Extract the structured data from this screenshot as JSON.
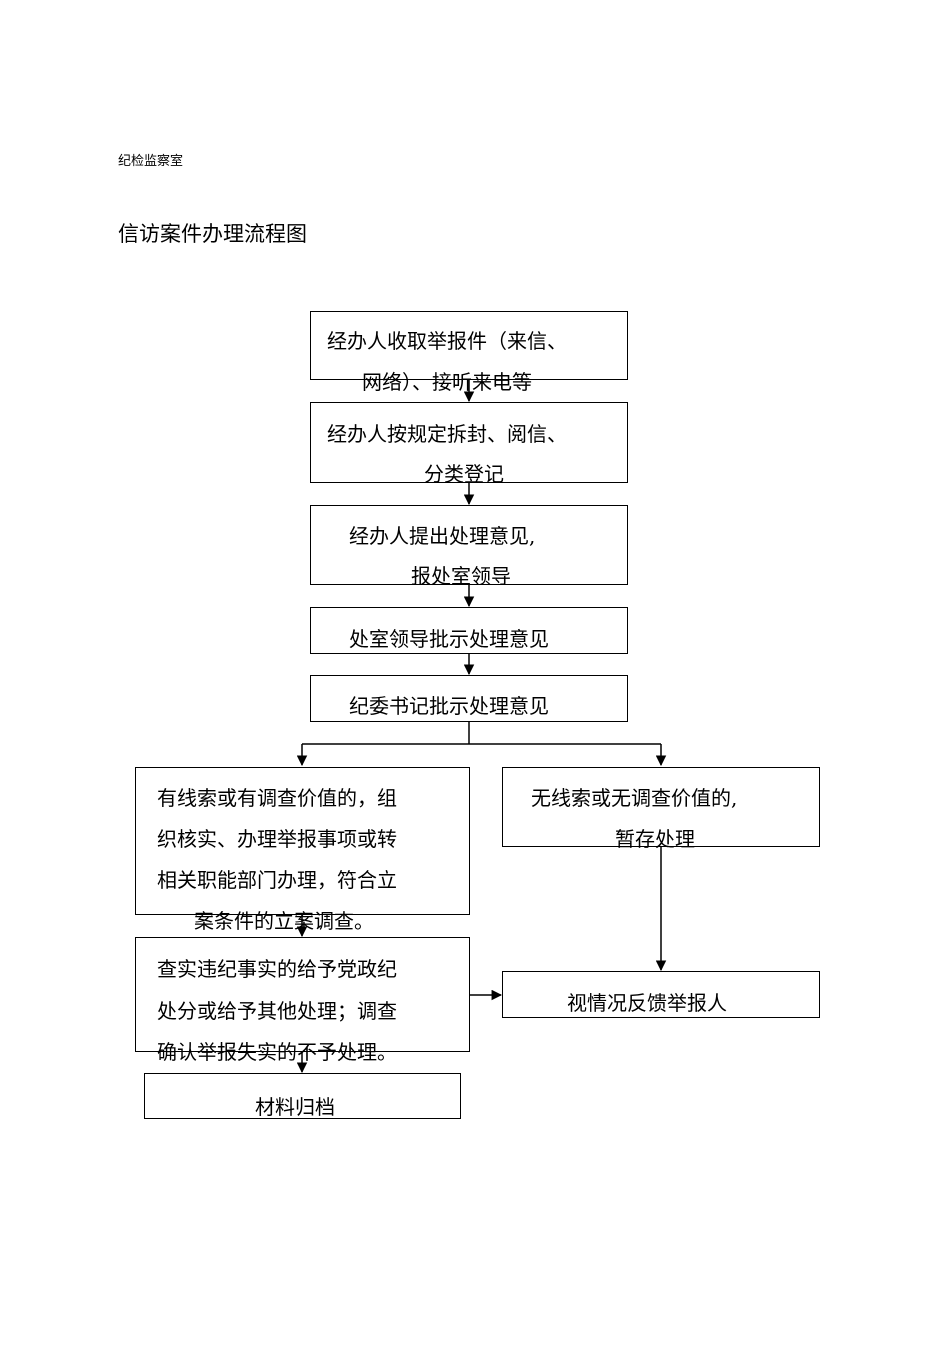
{
  "header": {
    "department": "纪检监察室",
    "title": "信访案件办理流程图"
  },
  "steps": {
    "receive": [
      "经办人收取举报件（来信、",
      "网络）、接听来电等"
    ],
    "open_register": [
      "经办人按规定拆封、阅信、",
      "分类登记"
    ],
    "propose": [
      "经办人提出处理意见,",
      "报处室领导"
    ],
    "office_approve": [
      "处室领导批示处理意见"
    ],
    "secretary_approve": [
      "纪委书记批示处理意见"
    ],
    "with_clues": [
      "有线索或有调查价值的，组",
      "织核实、办理举报事项或转",
      "相关职能部门办理，符合立",
      "案条件的立案调查。"
    ],
    "no_clues": [
      "无线索或无调查价值的,",
      "暂存处理"
    ],
    "verified": [
      "查实违纪事实的给予党政纪",
      "处分或给予其他处理；调查",
      "确认举报失实的不予处理。"
    ],
    "feedback": [
      "视情况反馈举报人"
    ],
    "archive": [
      "材料归档"
    ]
  }
}
